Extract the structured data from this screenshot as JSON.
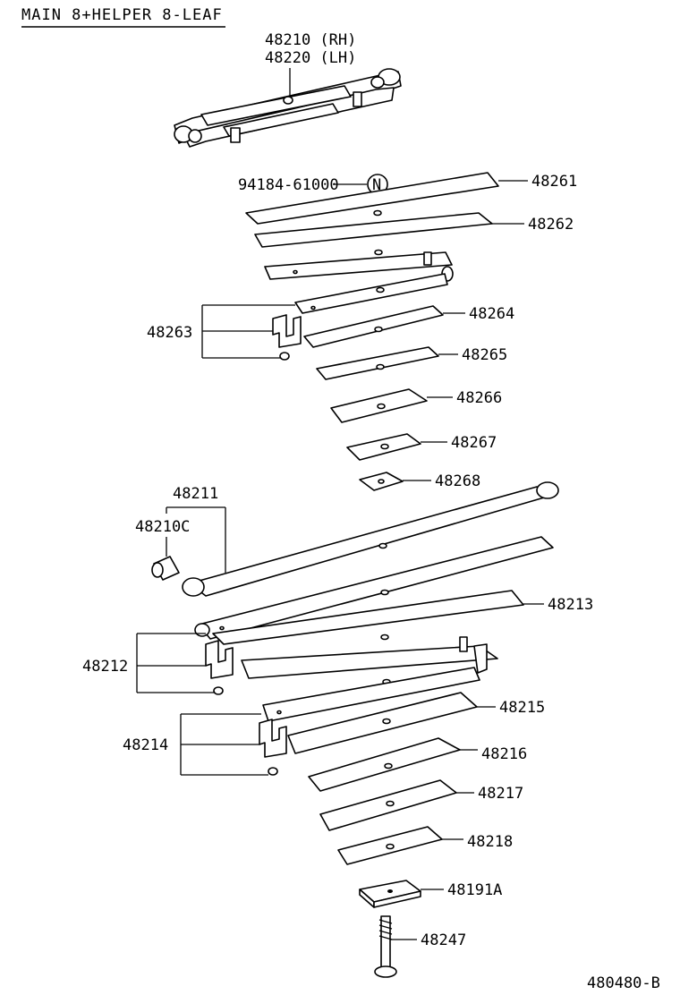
{
  "header": {
    "title": "MAIN 8+HELPER 8-LEAF"
  },
  "assembly": {
    "rh": "48210 (RH)",
    "lh": "48220 (LH)"
  },
  "helper_parts": {
    "nut_code": "94184-61000",
    "nut_symbol": "N",
    "p48261": "48261",
    "p48262": "48262",
    "p48263": "48263",
    "p48264": "48264",
    "p48265": "48265",
    "p48266": "48266",
    "p48267": "48267",
    "p48268": "48268"
  },
  "main_parts": {
    "p48211": "48211",
    "p48210c": "48210C",
    "p48212": "48212",
    "p48213": "48213",
    "p48214": "48214",
    "p48215": "48215",
    "p48216": "48216",
    "p48217": "48217",
    "p48218": "48218",
    "p48191a": "48191A",
    "p48247": "48247"
  },
  "footer": {
    "diagram_code": "480480-B"
  }
}
